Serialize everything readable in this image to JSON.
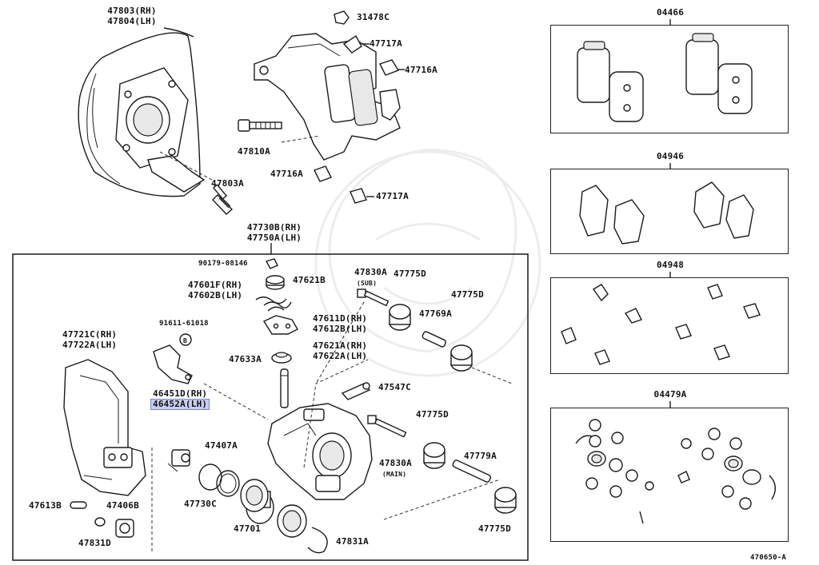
{
  "diagram_id": "470650-A",
  "upper_parts": {
    "dust_cover": [
      "47803(RH)",
      "47804(LH)"
    ],
    "bolt_cover": "47803A",
    "mounting_bolt": "47810A",
    "clip_top": "31478C",
    "clip_a_upper": "47717A",
    "shim_a_upper": "47716A",
    "shim_a_lower": "47716A",
    "clip_a_lower": "47717A"
  },
  "main_assembly": [
    "47730B(RH)",
    "47750A(LH)"
  ],
  "caliper_parts": {
    "bleeder_cap": "90179-08146",
    "part_47621b": "47621B",
    "spring": [
      "47601F(RH)",
      "47602B(LH)"
    ],
    "part_47611d": [
      "47611D(RH)",
      "47612B(LH)"
    ],
    "bolt_91611": "91611-61018",
    "marker_b": "B",
    "boot_47633a": "47633A",
    "pin_47621a": [
      "47621A(RH)",
      "47622A(LH)"
    ],
    "bracket_mount": [
      "47721C(RH)",
      "47722A(LH)"
    ],
    "plate_46451d": "46451D(RH)",
    "plate_46452a": "46452A(LH)",
    "bolt_47830a_sub": "47830A",
    "sub_tag": "(SUB)",
    "boot_47775d_a": "47775D",
    "boot_47775d_b": "47775D",
    "pin_47769a": "47769A",
    "bleeder_47547c": "47547C",
    "boot_47775d_c": "47775D",
    "bolt_47830a_main": "47830A",
    "main_tag": "(MAIN)",
    "pin_47779a": "47779A",
    "boot_47775d_d": "47775D",
    "part_47407a": "47407A",
    "ring_47730c": "47730C",
    "piston_47701": "47701",
    "ring_47831a": "47831A",
    "part_47613b": "47613B",
    "part_47406b": "47406B",
    "part_47831d": "47831D"
  },
  "kits": {
    "pad_kit_1": "04466",
    "pad_kit_2": "04946",
    "fitting_kit": "04948",
    "seal_kit": "04479A"
  }
}
